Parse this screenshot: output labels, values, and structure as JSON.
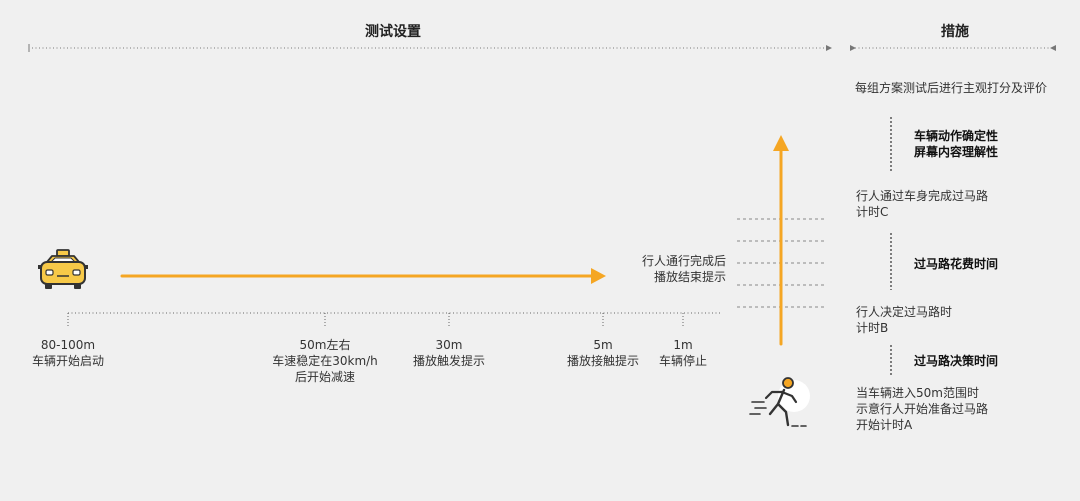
{
  "headers": {
    "setup": "测试设置",
    "measures": "措施"
  },
  "timeline": [
    {
      "dist": "80-100m",
      "lines": [
        "车辆开始启动"
      ]
    },
    {
      "dist": "50m左右",
      "lines": [
        "车速稳定在30km/h",
        "后开始减速"
      ]
    },
    {
      "dist": "30m",
      "lines": [
        "播放触发提示"
      ]
    },
    {
      "dist": "5m",
      "lines": [
        "播放接触提示"
      ]
    },
    {
      "dist": "1m",
      "lines": [
        "车辆停止"
      ]
    }
  ],
  "end_prompt": [
    "行人通行完成后",
    "播放结束提示"
  ],
  "measures": {
    "intro": "每组方案测试后进行主观打分及评价",
    "metric_group": [
      "车辆动作确定性",
      "屏幕内容理解性"
    ],
    "timer_c": [
      "行人通过车身完成过马路",
      "计时C"
    ],
    "crossing_time": "过马路花费时间",
    "timer_b": [
      "行人决定过马路时",
      "计时B"
    ],
    "decision_time": "过马路决策时间",
    "timer_a": [
      "当车辆进入50m范围时",
      "示意行人开始准备过马路",
      "开始计时A"
    ]
  },
  "colors": {
    "accent": "#f5a623",
    "taxi": "#f7c948",
    "background": "#f0f0f0"
  },
  "icons": {
    "vehicle": "taxi-icon",
    "pedestrian": "running-person-icon"
  }
}
